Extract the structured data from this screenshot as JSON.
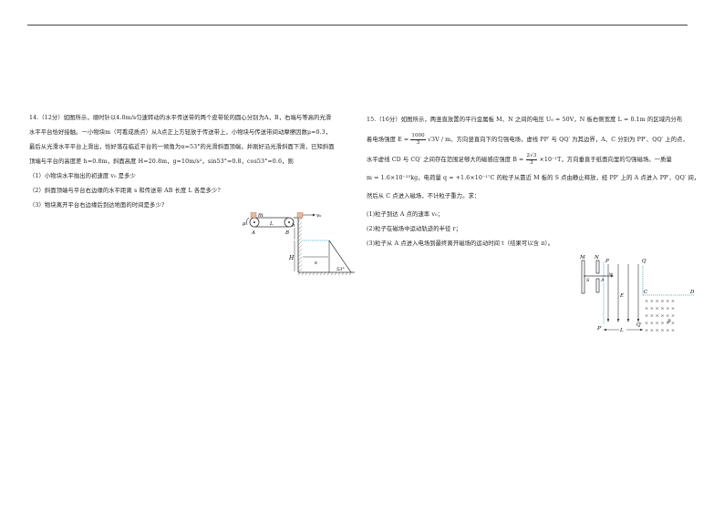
{
  "page": {
    "header_rule": true
  },
  "q14": {
    "number": "14.",
    "score": "（12分）",
    "lines": [
      "如图所示，顺时针以4.0m/s匀速转动的水平传送带的两个皮带轮的圆心分别为A，B，右端与等高的光滑",
      "水平平台恰好接触。一小物块m（可看成质点）从A点正上方轻放于传送带上，小物块与传送带间动摩擦因数μ=0.3，",
      "最后从光滑水平平台上滑出，恰好落在临近平台的一倾角为α=53°的光滑斜面顶端，并刚好沿光滑斜面下滑，已知斜面",
      "顶端与平台的高度差 h=0.8m，斜面高度 H=20.8m，g=10m/s²，sin53°=0.8，cos53°=0.6，则"
    ],
    "questions": [
      "（1）小物块水平抛出的初速度 v₀ 是多少",
      "（2）斜面顶端与平台右边缘的水平距离 s 和传送带 AB 长度 L 各是多少?",
      "（3）物块离开平台右边缘后到达地面的时间是多少?"
    ],
    "figure": {
      "labels": {
        "m": "m",
        "mu": "μ",
        "A": "A",
        "L": "L",
        "B": "B",
        "v0": "v₀",
        "h": "h",
        "H": "H",
        "s": "s",
        "angle": "53°"
      },
      "colors": {
        "block": "#e8b89a",
        "dotted": "#3aa6c9",
        "line": "#333333"
      }
    }
  },
  "q15": {
    "number": "15.",
    "score": "（16分）",
    "line1": "如图所示，两竖直放置的平行金属板 M、N 之间的电压 U₀ = 50V，N 板右侧宽度 L = 0.1m 的区域内分布",
    "line2_pre": "着电场强度 E =",
    "line2_frac_num": "1000",
    "line2_frac_den": "3",
    "line2_post": "√3V / m、方向竖直向下的匀强电场，虚线 PP′ 与 QQ′ 为其边界，A、C 分别为 PP′、QQ′ 上的点，",
    "line3_pre": "水平虚线 CD 与 CQ′ 之间存在范围足够大的磁感应强度 B =",
    "line3_frac_num": "2√3",
    "line3_frac_den": "3",
    "line3_post": "×10⁻¹T，方向垂直于纸面向里的匀强磁场。一质量",
    "line4": "m = 1.6×10⁻²⁵kg，电荷量 q = +1.6×10⁻¹⁷C 的粒子从靠近 M 板的 S 点由静止释放，经 PP′ 上的 A 点进入 PP′、QQ′ 间，",
    "line5": "然后从 C 点进入磁场，不计粒子重力。求：",
    "questions": [
      "(1)粒子到达 A 点的速率 v₀；",
      "(2)粒子在磁场中运动轨迹的半径 r；",
      "(3)粒子从 A 点进入电场到最终离开磁场的运动时间 t（结果可以含 π）。"
    ],
    "figure": {
      "labels": {
        "M": "M",
        "N": "N",
        "P": "P",
        "Q": "Q",
        "S": "S",
        "A": "A",
        "v0": "v₀",
        "E": "E",
        "C": "C",
        "D": "D",
        "B": "B",
        "Pp": "P′",
        "Qp": "Q′",
        "L": "L",
        "cross": "×"
      },
      "colors": {
        "dotted": "#3aa6c9",
        "line": "#333333"
      }
    }
  }
}
